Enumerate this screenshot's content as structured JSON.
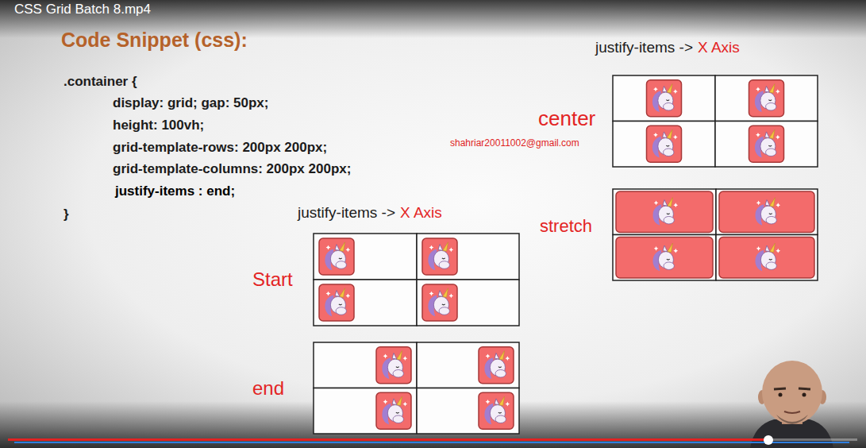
{
  "diagram": {
    "title": "Code Snippet (css):",
    "nodes": [
      {
        "text": [
          "Start"
        ]
      },
      {
        "text": [
          "end"
        ]
      },
      {
        "text": [
          "center"
        ]
      },
      {
        "text": [
          "stretch"
        ]
      }
    ],
    "labels": [
      "CSS Grid Batch 8.mp4",
      ".container {",
      "display: grid; gap: 50px;",
      "height: 100vh;",
      "grid-template-rows: 200px 200px;",
      "grid-template-columns: 200px 200px;",
      "justify-items : end;",
      "}",
      "justify-items ->",
      "X Axis",
      "justify-items ->",
      "X Axis",
      "shahriar20011002@gmail.com"
    ]
  }
}
